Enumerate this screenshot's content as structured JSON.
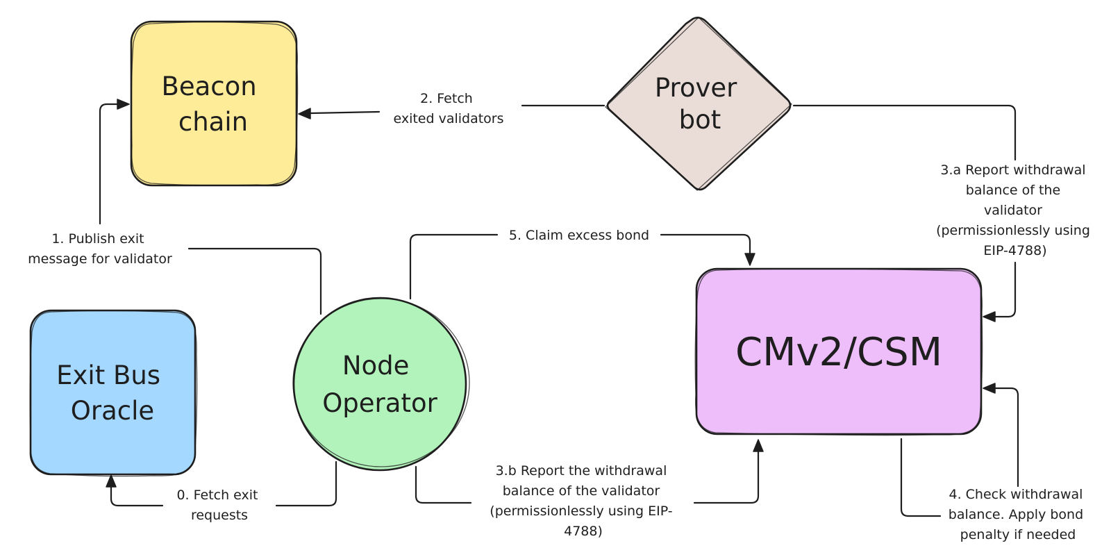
{
  "nodes": {
    "beacon": {
      "lines": [
        "Beacon",
        "chain"
      ],
      "fill": "#ffec99"
    },
    "prover": {
      "lines": [
        "Prover",
        "bot"
      ],
      "fill": "#eaddd7"
    },
    "exitbus": {
      "lines": [
        "Exit Bus",
        "Oracle"
      ],
      "fill": "#a5d8ff"
    },
    "nodeop": {
      "lines": [
        "Node",
        "Operator"
      ],
      "fill": "#b2f2bb"
    },
    "csm": {
      "lines": [
        "CMv2/CSM"
      ],
      "fill": "#eebefa"
    }
  },
  "edges": {
    "e0": {
      "lines": [
        "0. Fetch exit",
        "requests"
      ]
    },
    "e1": {
      "lines": [
        "1. Publish exit",
        "message for validator"
      ]
    },
    "e2": {
      "lines": [
        "2. Fetch",
        "exited validators"
      ]
    },
    "e3a": {
      "lines": [
        "3.a Report withdrawal",
        "balance of the",
        "validator",
        "(permissionlessly using",
        "EIP-4788)"
      ]
    },
    "e3b": {
      "lines": [
        "3.b Report the withdrawal",
        "balance of the validator",
        "(permissionlessly using EIP-",
        "4788)"
      ]
    },
    "e4": {
      "lines": [
        "4. Check withdrawal",
        "balance. Apply bond",
        "penalty if needed"
      ]
    },
    "e5": {
      "lines": [
        "5. Claim excess bond"
      ]
    }
  },
  "colors": {
    "stroke": "#1e1e1e",
    "background": "#ffffff"
  }
}
